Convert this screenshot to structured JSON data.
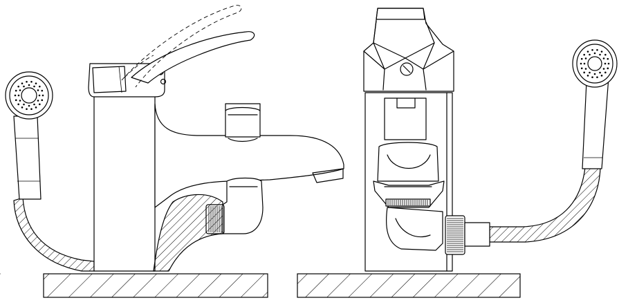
{
  "drawing": {
    "views": [
      {
        "id": "side-elevation",
        "parts": [
          "base",
          "mixer-body",
          "lever-handle",
          "spout",
          "diverter-knob",
          "outlet-nut",
          "hose",
          "hand-shower"
        ]
      },
      {
        "id": "front-elevation",
        "parts": [
          "base",
          "mixer-body",
          "cartridge-cap",
          "diverter",
          "outlet-nut",
          "hose",
          "hand-shower"
        ]
      }
    ],
    "colors": {
      "line": "#000000",
      "background": "#ffffff"
    }
  }
}
